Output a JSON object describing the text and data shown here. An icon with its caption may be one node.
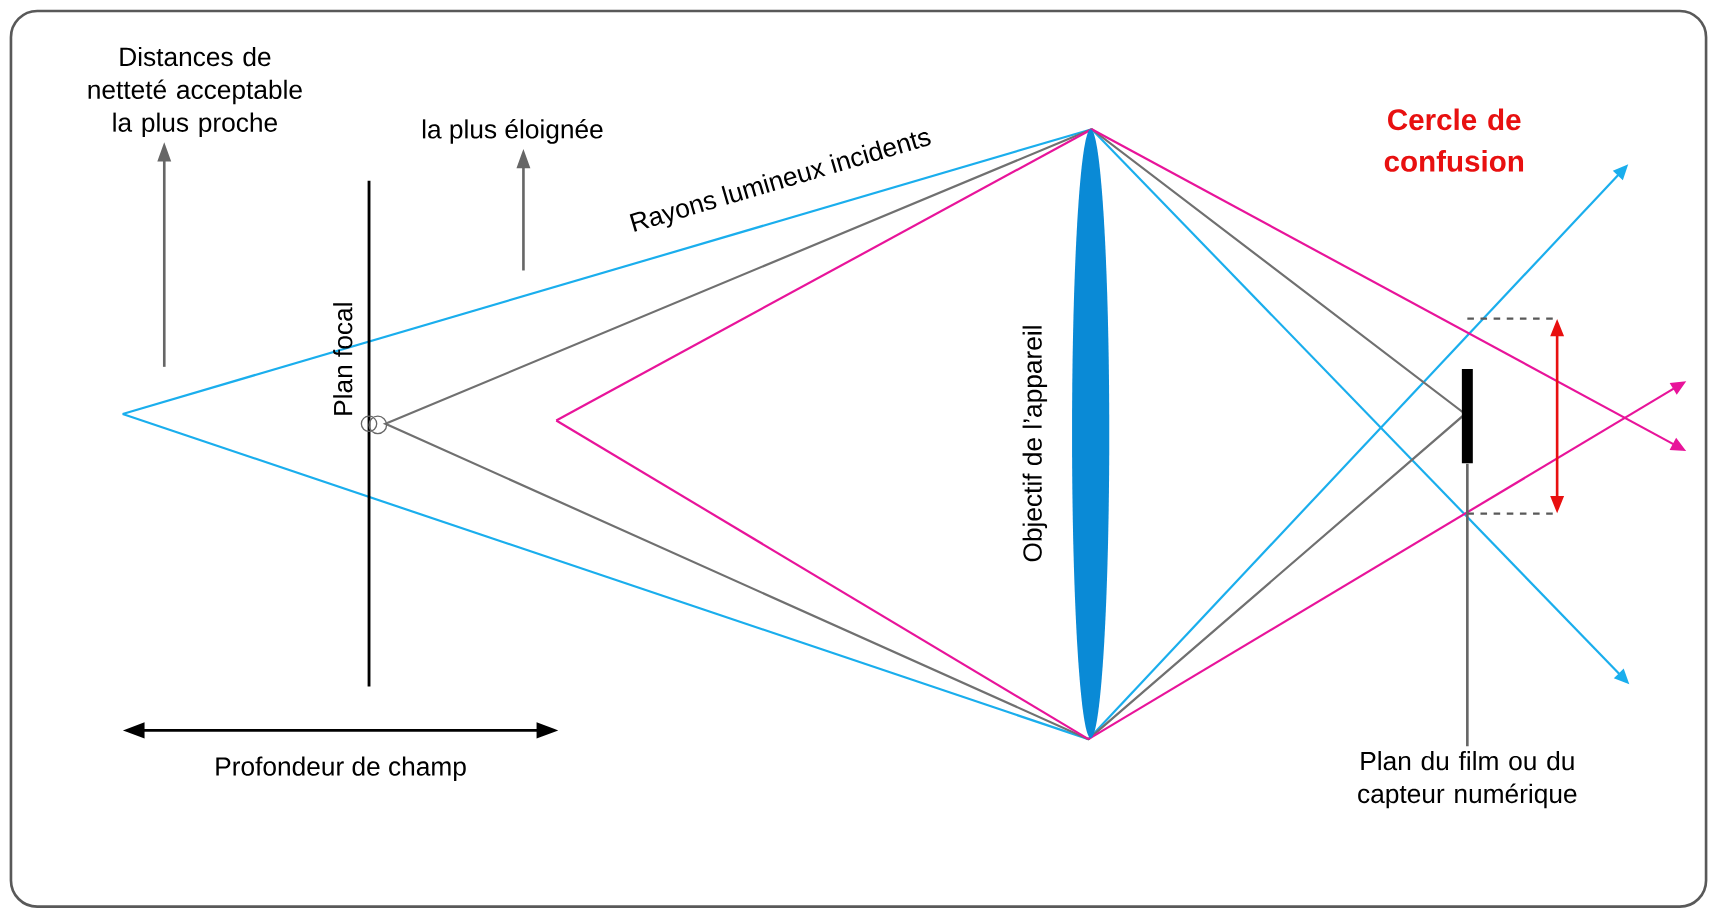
{
  "diagram": {
    "nodes": [
      {
        "text": [
          "Distances de netteté acceptable",
          "la plus proche"
        ]
      },
      {
        "text": [
          "la plus éloignée"
        ]
      },
      {
        "text": [
          "Plan du film ou du capteur numérique"
        ]
      },
      {
        "text": [],
        "shape": "bar"
      }
    ],
    "edges": [
      {
        "from": null,
        "to": 0,
        "arrow": "to"
      },
      {
        "from": null,
        "to": 1,
        "arrow": "to"
      },
      {
        "from": 2,
        "to": 3,
        "arrow": "none"
      }
    ],
    "labels": [
      "Rayons lumineux incidents",
      "Plan focal",
      "Objectif de l’appareil",
      "Cercle de confusion",
      "Profondeur de champ"
    ]
  }
}
